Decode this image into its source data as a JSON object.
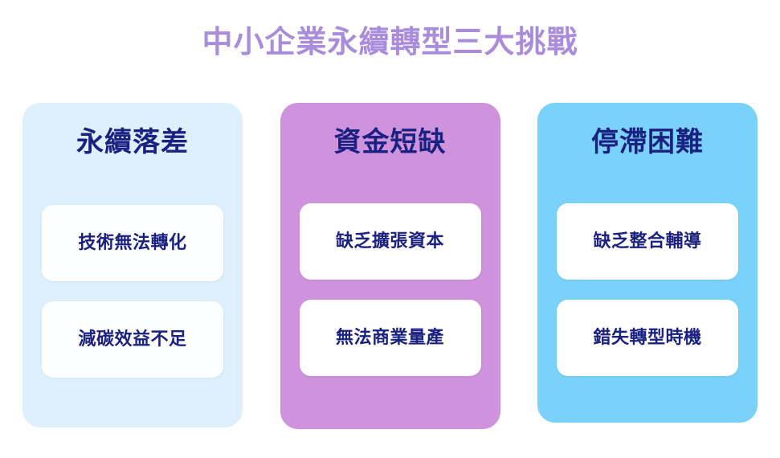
{
  "page": {
    "title": "中小企業永續轉型三大挑戰",
    "background_color": "#ffffff",
    "title_color": "#a98ddb",
    "heading_text_color": "#1b2180",
    "card_text_color": "#1b2180"
  },
  "columns": [
    {
      "heading": "永續落差",
      "panel_color": "#ddf0fc",
      "card_color": "#fdfeff",
      "cards": [
        {
          "label": "技術無法轉化"
        },
        {
          "label": "減碳效益不足"
        }
      ]
    },
    {
      "heading": "資金短缺",
      "panel_color": "#cf92dc",
      "card_color": "#ffffff",
      "cards": [
        {
          "label": "缺乏擴張資本"
        },
        {
          "label": "無法商業量產"
        }
      ]
    },
    {
      "heading": "停滯困難",
      "panel_color": "#7ad2fa",
      "card_color": "#ffffff",
      "cards": [
        {
          "label": "缺乏整合輔導"
        },
        {
          "label": "錯失轉型時機"
        }
      ]
    }
  ]
}
